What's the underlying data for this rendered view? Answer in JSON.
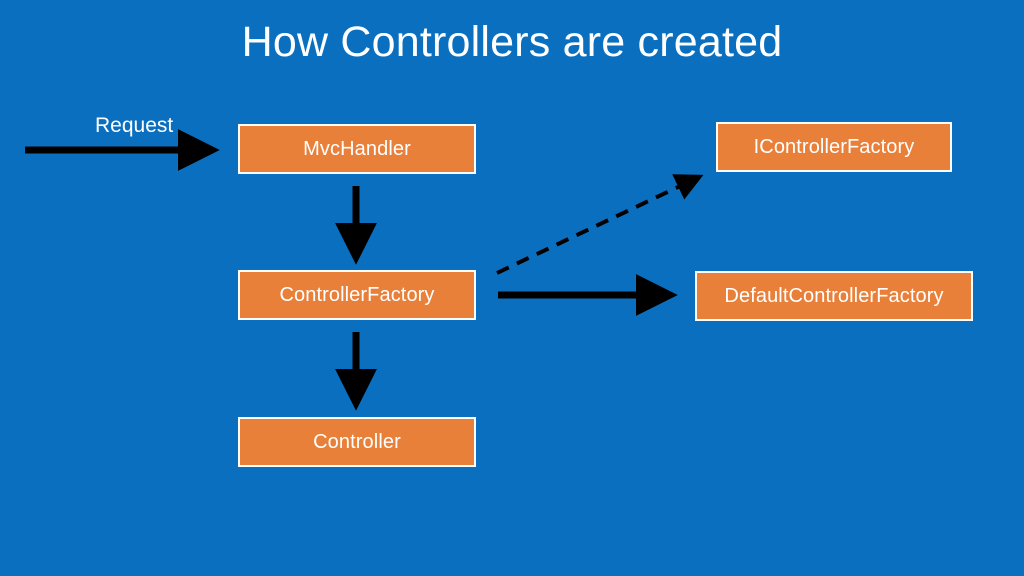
{
  "slide": {
    "title": "How Controllers are created",
    "background_color": "#0A6FBF",
    "box_fill_color": "#E8803A",
    "box_border_color": "#FFFFFF",
    "text_color": "#FFFFFF",
    "arrow_color": "#000000"
  },
  "nodes": {
    "mvc_handler": "MvcHandler",
    "icontroller_factory": "IControllerFactory",
    "controller_factory": "ControllerFactory",
    "default_controller_factory": "DefaultControllerFactory",
    "controller": "Controller"
  },
  "labels": {
    "request": "Request"
  },
  "edges": [
    {
      "name": "request-to-mvchandler",
      "from": "Request",
      "to": "MvcHandler",
      "style": "solid",
      "direction": "right"
    },
    {
      "name": "mvchandler-to-controllerfactory",
      "from": "MvcHandler",
      "to": "ControllerFactory",
      "style": "solid",
      "direction": "down"
    },
    {
      "name": "controllerfactory-to-controller",
      "from": "ControllerFactory",
      "to": "Controller",
      "style": "solid",
      "direction": "down"
    },
    {
      "name": "controllerfactory-to-defaultcontrollerfactory",
      "from": "ControllerFactory",
      "to": "DefaultControllerFactory",
      "style": "solid",
      "direction": "right"
    },
    {
      "name": "controllerfactory-to-icontrollerfactory",
      "from": "ControllerFactory",
      "to": "IControllerFactory",
      "style": "dashed",
      "direction": "up-right"
    }
  ]
}
